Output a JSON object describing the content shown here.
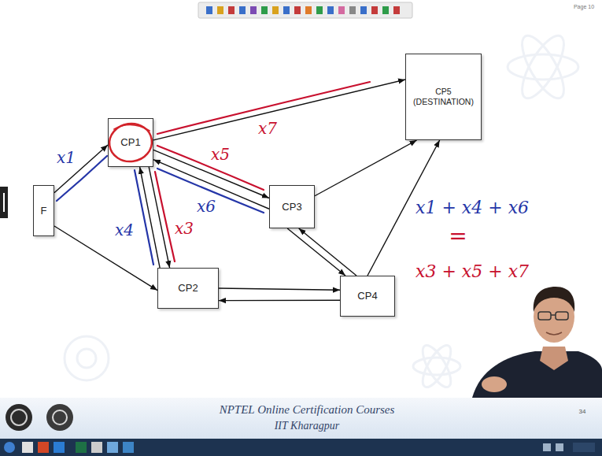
{
  "diagram": {
    "nodes": [
      {
        "text": [
          "F"
        ]
      },
      {
        "text": [
          "CP1"
        ]
      },
      {
        "text": [
          "CP2"
        ]
      },
      {
        "text": [
          "CP3"
        ]
      },
      {
        "text": [
          "CP4"
        ]
      },
      {
        "text": [
          "CP5 (DESTINATION)"
        ]
      }
    ],
    "edges": [
      {
        "from": 0,
        "to": 1,
        "arrow": "to",
        "label": "x1"
      },
      {
        "from": 0,
        "to": 2,
        "arrow": "to"
      },
      {
        "from": 1,
        "to": 5,
        "arrow": "to",
        "label": "x7"
      },
      {
        "from": 1,
        "to": 3,
        "arrow": "to",
        "label": "x5"
      },
      {
        "from": 3,
        "to": 1,
        "arrow": "to",
        "label": "x6"
      },
      {
        "from": 1,
        "to": 2,
        "arrow": "to",
        "label": "x3"
      },
      {
        "from": 2,
        "to": 1,
        "arrow": "to",
        "label": "x4"
      },
      {
        "from": 3,
        "to": 5,
        "arrow": "to"
      },
      {
        "from": 4,
        "to": 5,
        "arrow": "to"
      },
      {
        "from": 3,
        "to": 4,
        "arrow": "to"
      },
      {
        "from": 4,
        "to": 3,
        "arrow": "to"
      },
      {
        "from": 2,
        "to": 4,
        "arrow": "to"
      },
      {
        "from": 4,
        "to": 2,
        "arrow": "to"
      }
    ],
    "labels": [
      "x1 + x4 + x6",
      "=",
      "x3 + x5 + x7",
      "NPTEL Online Certification Courses",
      "IIT Kharagpur",
      "34",
      "Page 10"
    ]
  }
}
